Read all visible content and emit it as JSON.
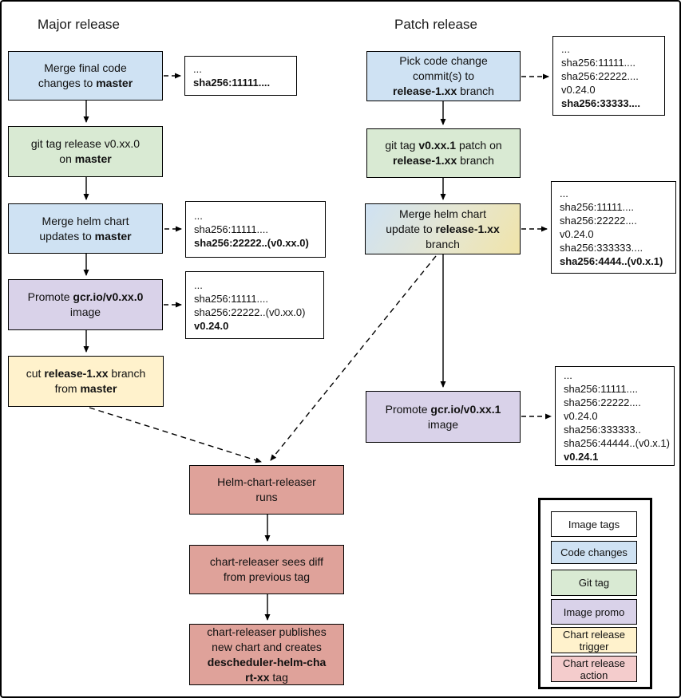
{
  "headings": {
    "major": "Major release",
    "patch": "Patch release"
  },
  "colors": {
    "white": "#ffffff",
    "blue": "#cfe2f3",
    "green": "#d9ead3",
    "purple": "#d9d2e9",
    "yellow": "#fff2cc",
    "red": "#dfa29a",
    "pink": "#f4cccc",
    "blue_yellow_gradient": "linear-gradient(120deg,#cfe2f3 0%,#e6e6d0 55%,#f0e4a9 100%)",
    "line": "#000000"
  },
  "flow": {
    "major": [
      {
        "name": "merge-final-code",
        "lines": [
          [
            {
              "t": "Merge final code"
            }
          ],
          [
            {
              "t": "changes to "
            },
            {
              "t": "master",
              "b": true
            }
          ]
        ]
      },
      {
        "name": "git-tag-release",
        "lines": [
          [
            {
              "t": "git tag release v0.xx.0"
            }
          ],
          [
            {
              "t": "on "
            },
            {
              "t": "master",
              "b": true
            }
          ]
        ]
      },
      {
        "name": "merge-helm-chart-updates",
        "lines": [
          [
            {
              "t": "Merge helm chart"
            }
          ],
          [
            {
              "t": "updates to "
            },
            {
              "t": "master",
              "b": true
            }
          ]
        ]
      },
      {
        "name": "promote-image",
        "lines": [
          [
            {
              "t": "Promote "
            },
            {
              "t": "gcr.io/v0.xx.0",
              "b": true
            }
          ],
          [
            {
              "t": "image"
            }
          ]
        ]
      },
      {
        "name": "cut-release-branch",
        "lines": [
          [
            {
              "t": "cut "
            },
            {
              "t": "release-1.xx",
              "b": true
            },
            {
              "t": " branch"
            }
          ],
          [
            {
              "t": "from "
            },
            {
              "t": "master",
              "b": true
            }
          ]
        ]
      }
    ],
    "patch": [
      {
        "name": "pick-code-change",
        "lines": [
          [
            {
              "t": "Pick code change"
            }
          ],
          [
            {
              "t": "commit(s) to"
            }
          ],
          [
            {
              "t": "release-1.xx",
              "b": true
            },
            {
              "t": " branch"
            }
          ]
        ]
      },
      {
        "name": "git-tag-patch",
        "lines": [
          [
            {
              "t": "git tag "
            },
            {
              "t": "v0.xx.1",
              "b": true
            },
            {
              "t": " patch on"
            }
          ],
          [
            {
              "t": "release-1.xx",
              "b": true
            },
            {
              "t": " branch"
            }
          ]
        ]
      },
      {
        "name": "merge-helm-chart-update",
        "lines": [
          [
            {
              "t": "Merge helm chart"
            }
          ],
          [
            {
              "t": "update to "
            },
            {
              "t": "release-1.xx",
              "b": true
            }
          ],
          [
            {
              "t": "branch"
            }
          ]
        ]
      },
      {
        "name": "promote-image-patch",
        "lines": [
          [
            {
              "t": "Promote "
            },
            {
              "t": "gcr.io/v0.xx.1",
              "b": true
            }
          ],
          [
            {
              "t": "image"
            }
          ]
        ]
      }
    ],
    "actions": [
      {
        "name": "helm-chart-releaser-runs",
        "lines": [
          [
            {
              "t": "Helm-chart-releaser"
            }
          ],
          [
            {
              "t": "runs"
            }
          ]
        ]
      },
      {
        "name": "chart-releaser-sees-diff",
        "lines": [
          [
            {
              "t": "chart-releaser sees diff"
            }
          ],
          [
            {
              "t": "from previous tag"
            }
          ]
        ]
      },
      {
        "name": "chart-releaser-publishes",
        "lines": [
          [
            {
              "t": "chart-releaser publishes"
            }
          ],
          [
            {
              "t": "new chart and creates"
            }
          ],
          [
            {
              "t": "descheduler-helm-cha",
              "b": true
            }
          ],
          [
            {
              "t": "rt-xx",
              "b": true
            },
            {
              "t": " tag"
            }
          ]
        ]
      }
    ]
  },
  "tags": {
    "a": {
      "lines": [
        [
          {
            "t": "..."
          }
        ],
        [
          {
            "t": "sha256:11111....",
            "b": true
          }
        ]
      ]
    },
    "b": {
      "lines": [
        [
          {
            "t": "..."
          }
        ],
        [
          {
            "t": "sha256:11111...."
          }
        ],
        [
          {
            "t": "sha256:22222..(v0.xx.0)",
            "b": true
          }
        ]
      ]
    },
    "c": {
      "lines": [
        [
          {
            "t": "..."
          }
        ],
        [
          {
            "t": "sha256:11111...."
          }
        ],
        [
          {
            "t": "sha256:22222..(v0.xx.0)"
          }
        ],
        [
          {
            "t": "v0.24.0",
            "b": true
          }
        ]
      ]
    },
    "d": {
      "lines": [
        [
          {
            "t": "..."
          }
        ],
        [
          {
            "t": "sha256:11111...."
          }
        ],
        [
          {
            "t": "sha256:22222...."
          }
        ],
        [
          {
            "t": "v0.24.0"
          }
        ],
        [
          {
            "t": "sha256:33333....",
            "b": true
          }
        ]
      ]
    },
    "e": {
      "lines": [
        [
          {
            "t": "..."
          }
        ],
        [
          {
            "t": "sha256:11111...."
          }
        ],
        [
          {
            "t": "sha256:22222...."
          }
        ],
        [
          {
            "t": "v0.24.0"
          }
        ],
        [
          {
            "t": "sha256:333333...."
          }
        ],
        [
          {
            "t": "sha256:4444..(v0.x.1)",
            "b": true
          }
        ]
      ]
    },
    "f": {
      "lines": [
        [
          {
            "t": "..."
          }
        ],
        [
          {
            "t": "sha256:11111...."
          }
        ],
        [
          {
            "t": "sha256:22222...."
          }
        ],
        [
          {
            "t": "v0.24.0"
          }
        ],
        [
          {
            "t": "sha256:333333.."
          }
        ],
        [
          {
            "t": "sha256:44444..(v0.x.1)"
          }
        ],
        [
          {
            "t": "v0.24.1",
            "b": true
          }
        ]
      ]
    }
  },
  "legend": {
    "items": [
      {
        "color_key": "white",
        "lines": [
          [
            {
              "t": "Image tags"
            }
          ]
        ]
      },
      {
        "color_key": "blue",
        "lines": [
          [
            {
              "t": "Code changes"
            }
          ]
        ]
      },
      {
        "color_key": "green",
        "lines": [
          [
            {
              "t": "Git tag"
            }
          ]
        ]
      },
      {
        "color_key": "purple",
        "lines": [
          [
            {
              "t": "Image promo"
            }
          ]
        ]
      },
      {
        "color_key": "yellow",
        "lines": [
          [
            {
              "t": "Chart release"
            }
          ],
          [
            {
              "t": "trigger"
            }
          ]
        ]
      },
      {
        "color_key": "pink",
        "lines": [
          [
            {
              "t": "Chart release"
            }
          ],
          [
            {
              "t": "action"
            }
          ]
        ]
      }
    ]
  }
}
